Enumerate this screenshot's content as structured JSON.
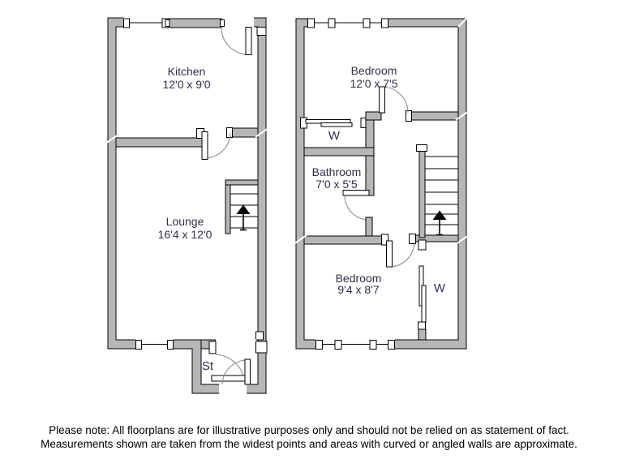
{
  "ground_floor": {
    "kitchen": {
      "name": "Kitchen",
      "dims": "12'0 x 9'0"
    },
    "lounge": {
      "name": "Lounge",
      "dims": "16'4 x 12'0"
    },
    "storage": {
      "label": "St"
    }
  },
  "first_floor": {
    "bedroom_front": {
      "name": "Bedroom",
      "dims": "12'0 x 7'5"
    },
    "bathroom": {
      "name": "Bathroom",
      "dims": "7'0 x 5'5"
    },
    "bedroom_back": {
      "name": "Bedroom",
      "dims": "9'4 x 8'7"
    },
    "wardrobe_front": {
      "label": "W"
    },
    "wardrobe_back": {
      "label": "W"
    }
  },
  "disclaimer": {
    "line1": "Please note: All floorplans are for illustrative purposes only and should not be relied on as statement of fact.",
    "line2": "Measurements shown are taken from the widest points and areas with curved or angled walls are approximate."
  },
  "colors": {
    "wall-fill": "#b6b6b6",
    "wall-stroke": "#000000",
    "label-color": "#30304a",
    "arc-color": "#909090",
    "line-color": "#000000",
    "text-color": "#000000"
  }
}
